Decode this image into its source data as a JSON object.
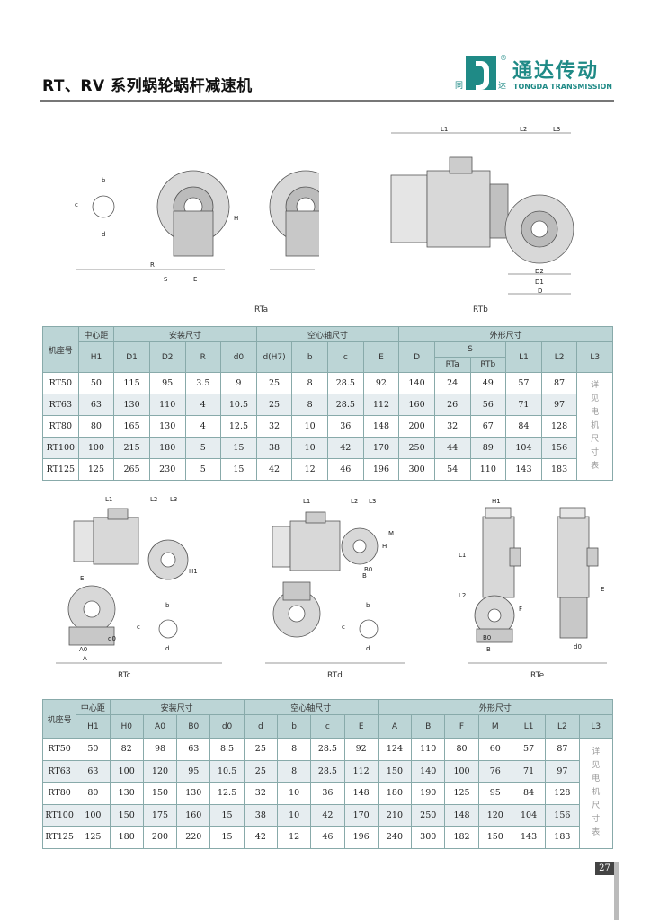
{
  "header": {
    "title": "RT、RV 系列蜗轮蜗杆减速机",
    "logo_cn": "通达传动",
    "logo_en": "TONGDA TRANSMISSION",
    "logo_left": "同",
    "logo_right": "达",
    "logo_reg": "®"
  },
  "figures": {
    "top": [
      {
        "caption": "RTa",
        "labels": [
          "b",
          "c",
          "d",
          "H",
          "R",
          "S",
          "E"
        ]
      },
      {
        "caption": "RTb",
        "labels": [
          "L1",
          "L2",
          "L3",
          "D2",
          "D1",
          "D"
        ]
      }
    ],
    "bottom": [
      {
        "caption": "RTc",
        "labels": [
          "L1",
          "L2",
          "L3",
          "H1",
          "E",
          "A0",
          "A",
          "d0",
          "b",
          "c",
          "d"
        ]
      },
      {
        "caption": "RTd",
        "labels": [
          "L1",
          "L2",
          "L3",
          "H",
          "M",
          "B0",
          "B",
          "b",
          "c",
          "d"
        ]
      },
      {
        "caption": "RTe",
        "labels": [
          "H1",
          "L1",
          "L2",
          "F",
          "E",
          "B0",
          "B",
          "d0"
        ]
      }
    ]
  },
  "table1": {
    "corner": "机座号",
    "groups": [
      "中心距",
      "安装尺寸",
      "空心轴尺寸",
      "外形尺寸"
    ],
    "cols": [
      "H1",
      "D1",
      "D2",
      "R",
      "d0",
      "d(H7)",
      "b",
      "c",
      "E",
      "D",
      "S",
      "L1",
      "L2",
      "L3"
    ],
    "s_sub": [
      "RTa",
      "RTb"
    ],
    "note": "详见电机尺寸表",
    "rows": [
      [
        "RT50",
        "50",
        "115",
        "95",
        "3.5",
        "9",
        "25",
        "8",
        "28.5",
        "92",
        "140",
        "24",
        "49",
        "57",
        "87"
      ],
      [
        "RT63",
        "63",
        "130",
        "110",
        "4",
        "10.5",
        "25",
        "8",
        "28.5",
        "112",
        "160",
        "26",
        "56",
        "71",
        "97"
      ],
      [
        "RT80",
        "80",
        "165",
        "130",
        "4",
        "12.5",
        "32",
        "10",
        "36",
        "148",
        "200",
        "32",
        "67",
        "84",
        "128"
      ],
      [
        "RT100",
        "100",
        "215",
        "180",
        "5",
        "15",
        "38",
        "10",
        "42",
        "170",
        "250",
        "44",
        "89",
        "104",
        "156"
      ],
      [
        "RT125",
        "125",
        "265",
        "230",
        "5",
        "15",
        "42",
        "12",
        "46",
        "196",
        "300",
        "54",
        "110",
        "143",
        "183"
      ]
    ]
  },
  "table2": {
    "corner": "机座号",
    "groups": [
      "中心距",
      "安装尺寸",
      "空心轴尺寸",
      "外形尺寸"
    ],
    "cols": [
      "H1",
      "H0",
      "A0",
      "B0",
      "d0",
      "d",
      "b",
      "c",
      "E",
      "A",
      "B",
      "F",
      "M",
      "L1",
      "L2",
      "L3"
    ],
    "note": "详见电机尺寸表",
    "rows": [
      [
        "RT50",
        "50",
        "82",
        "98",
        "63",
        "8.5",
        "25",
        "8",
        "28.5",
        "92",
        "124",
        "110",
        "80",
        "60",
        "57",
        "87"
      ],
      [
        "RT63",
        "63",
        "100",
        "120",
        "95",
        "10.5",
        "25",
        "8",
        "28.5",
        "112",
        "150",
        "140",
        "100",
        "76",
        "71",
        "97"
      ],
      [
        "RT80",
        "80",
        "130",
        "150",
        "130",
        "12.5",
        "32",
        "10",
        "36",
        "148",
        "180",
        "190",
        "125",
        "95",
        "84",
        "128"
      ],
      [
        "RT100",
        "100",
        "150",
        "175",
        "160",
        "15",
        "38",
        "10",
        "42",
        "170",
        "210",
        "250",
        "148",
        "120",
        "104",
        "156"
      ],
      [
        "RT125",
        "125",
        "180",
        "200",
        "220",
        "15",
        "42",
        "12",
        "46",
        "196",
        "240",
        "300",
        "182",
        "150",
        "143",
        "183"
      ]
    ]
  },
  "footer": {
    "page_number": "27"
  }
}
